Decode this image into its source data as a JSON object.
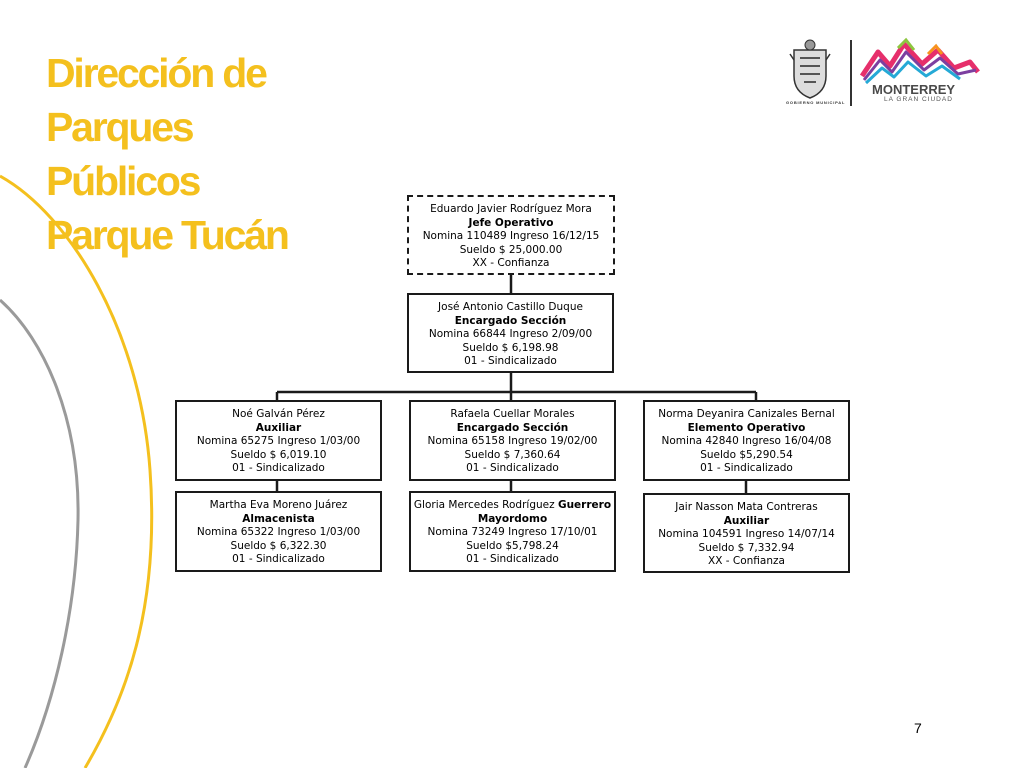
{
  "title": [
    "Dirección de",
    "Parques",
    "Públicos",
    "Parque Tucán"
  ],
  "logo": {
    "name": "MONTERREY",
    "tagline": "LA GRAN CIUDAD",
    "government": "GOBIERNO MUNICIPAL"
  },
  "colors": {
    "title": "#f4c01e",
    "curve_yellow": "#f4c01e",
    "curve_gray": "#9a9a9a"
  },
  "org": {
    "head": {
      "name": "Eduardo Javier Rodríguez Mora",
      "role": "Jefe Operativo",
      "nomina": "Nomina 110489 Ingreso 16/12/15",
      "sueldo": "Sueldo $ 25,000.00",
      "tipo": "XX -   Confianza"
    },
    "section": {
      "name": "José Antonio Castillo Duque",
      "role": "Encargado Sección",
      "nomina": "Nomina 66844 Ingreso 2/09/00",
      "sueldo": "Sueldo $ 6,198.98",
      "tipo": "01 - Sindicalizado"
    },
    "columns": [
      {
        "top": {
          "name": "Noé Galván Pérez",
          "role": "Auxiliar",
          "nomina": "Nomina 65275 Ingreso 1/03/00",
          "sueldo": "Sueldo $ 6,019.10",
          "tipo": "01 - Sindicalizado"
        },
        "bottom": {
          "name": "Martha Eva Moreno Juárez",
          "role": "Almacenista",
          "nomina": "Nomina 65322 Ingreso 1/03/00",
          "sueldo": "Sueldo $ 6,322.30",
          "tipo": "01 - Sindicalizado"
        }
      },
      {
        "top": {
          "name": "Rafaela Cuellar Morales",
          "role": "Encargado Sección",
          "nomina": "Nomina 65158 Ingreso 19/02/00",
          "sueldo": "Sueldo $ 7,360.64",
          "tipo": "01 - Sindicalizado"
        },
        "bottom": {
          "name_plain": "Gloria Mercedes Rodríguez ",
          "name_bold": "Guerrero",
          "role": "Mayordomo",
          "nomina": "Nomina 73249 Ingreso 17/10/01",
          "sueldo": "Sueldo $5,798.24",
          "tipo": "01 - Sindicalizado"
        }
      },
      {
        "top": {
          "name": "Norma Deyanira Canizales Bernal",
          "role": "Elemento Operativo",
          "nomina": "Nomina 42840 Ingreso 16/04/08",
          "sueldo": "Sueldo $5,290.54",
          "tipo": "01 - Sindicalizado"
        },
        "bottom": {
          "name": "Jair Nasson Mata Contreras",
          "role": "Auxiliar",
          "nomina": "Nomina 104591 Ingreso 14/07/14",
          "sueldo": "Sueldo $ 7,332.94",
          "tipo": "XX -  Confianza"
        }
      }
    ]
  },
  "page_number": "7"
}
